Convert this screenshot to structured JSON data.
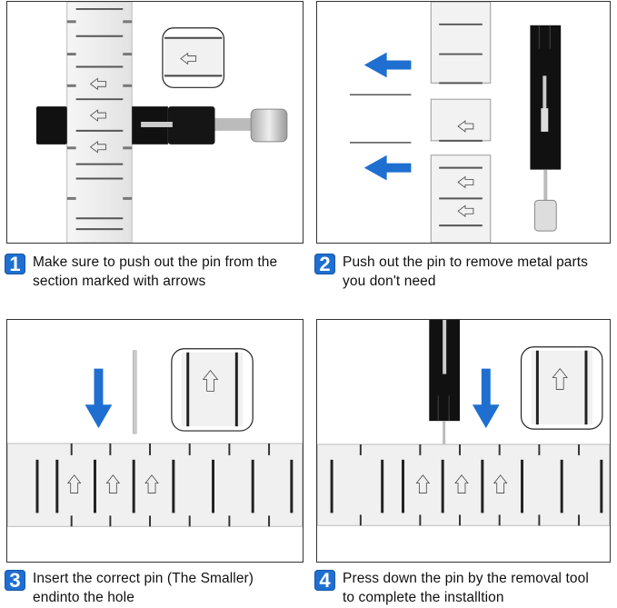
{
  "steps": [
    {
      "number": "1",
      "line1": "Make sure to push out the pin from the",
      "line2": "section marked with arrows",
      "illustration": "pin-removal-tool-horizontal"
    },
    {
      "number": "2",
      "line1": "Push out the pin to remove metal parts",
      "line2": "you don't need",
      "illustration": "removed-links-and-pins"
    },
    {
      "number": "3",
      "line1": "Insert the correct pin (The Smaller)",
      "line2": "endinto the hole",
      "illustration": "insert-pin-down"
    },
    {
      "number": "4",
      "line1": "Press down the pin by the removal tool",
      "line2": "to complete the installtion",
      "illustration": "press-pin-with-tool"
    }
  ],
  "colors": {
    "accent": "#1f6fd1",
    "arrow": "#1e6fcf",
    "tool": "#111111",
    "metal": "#eeeeee",
    "border": "#333333"
  },
  "icons": {
    "direction_arrow": "arrow-outline-icon",
    "step_badge": "number-badge-icon"
  }
}
